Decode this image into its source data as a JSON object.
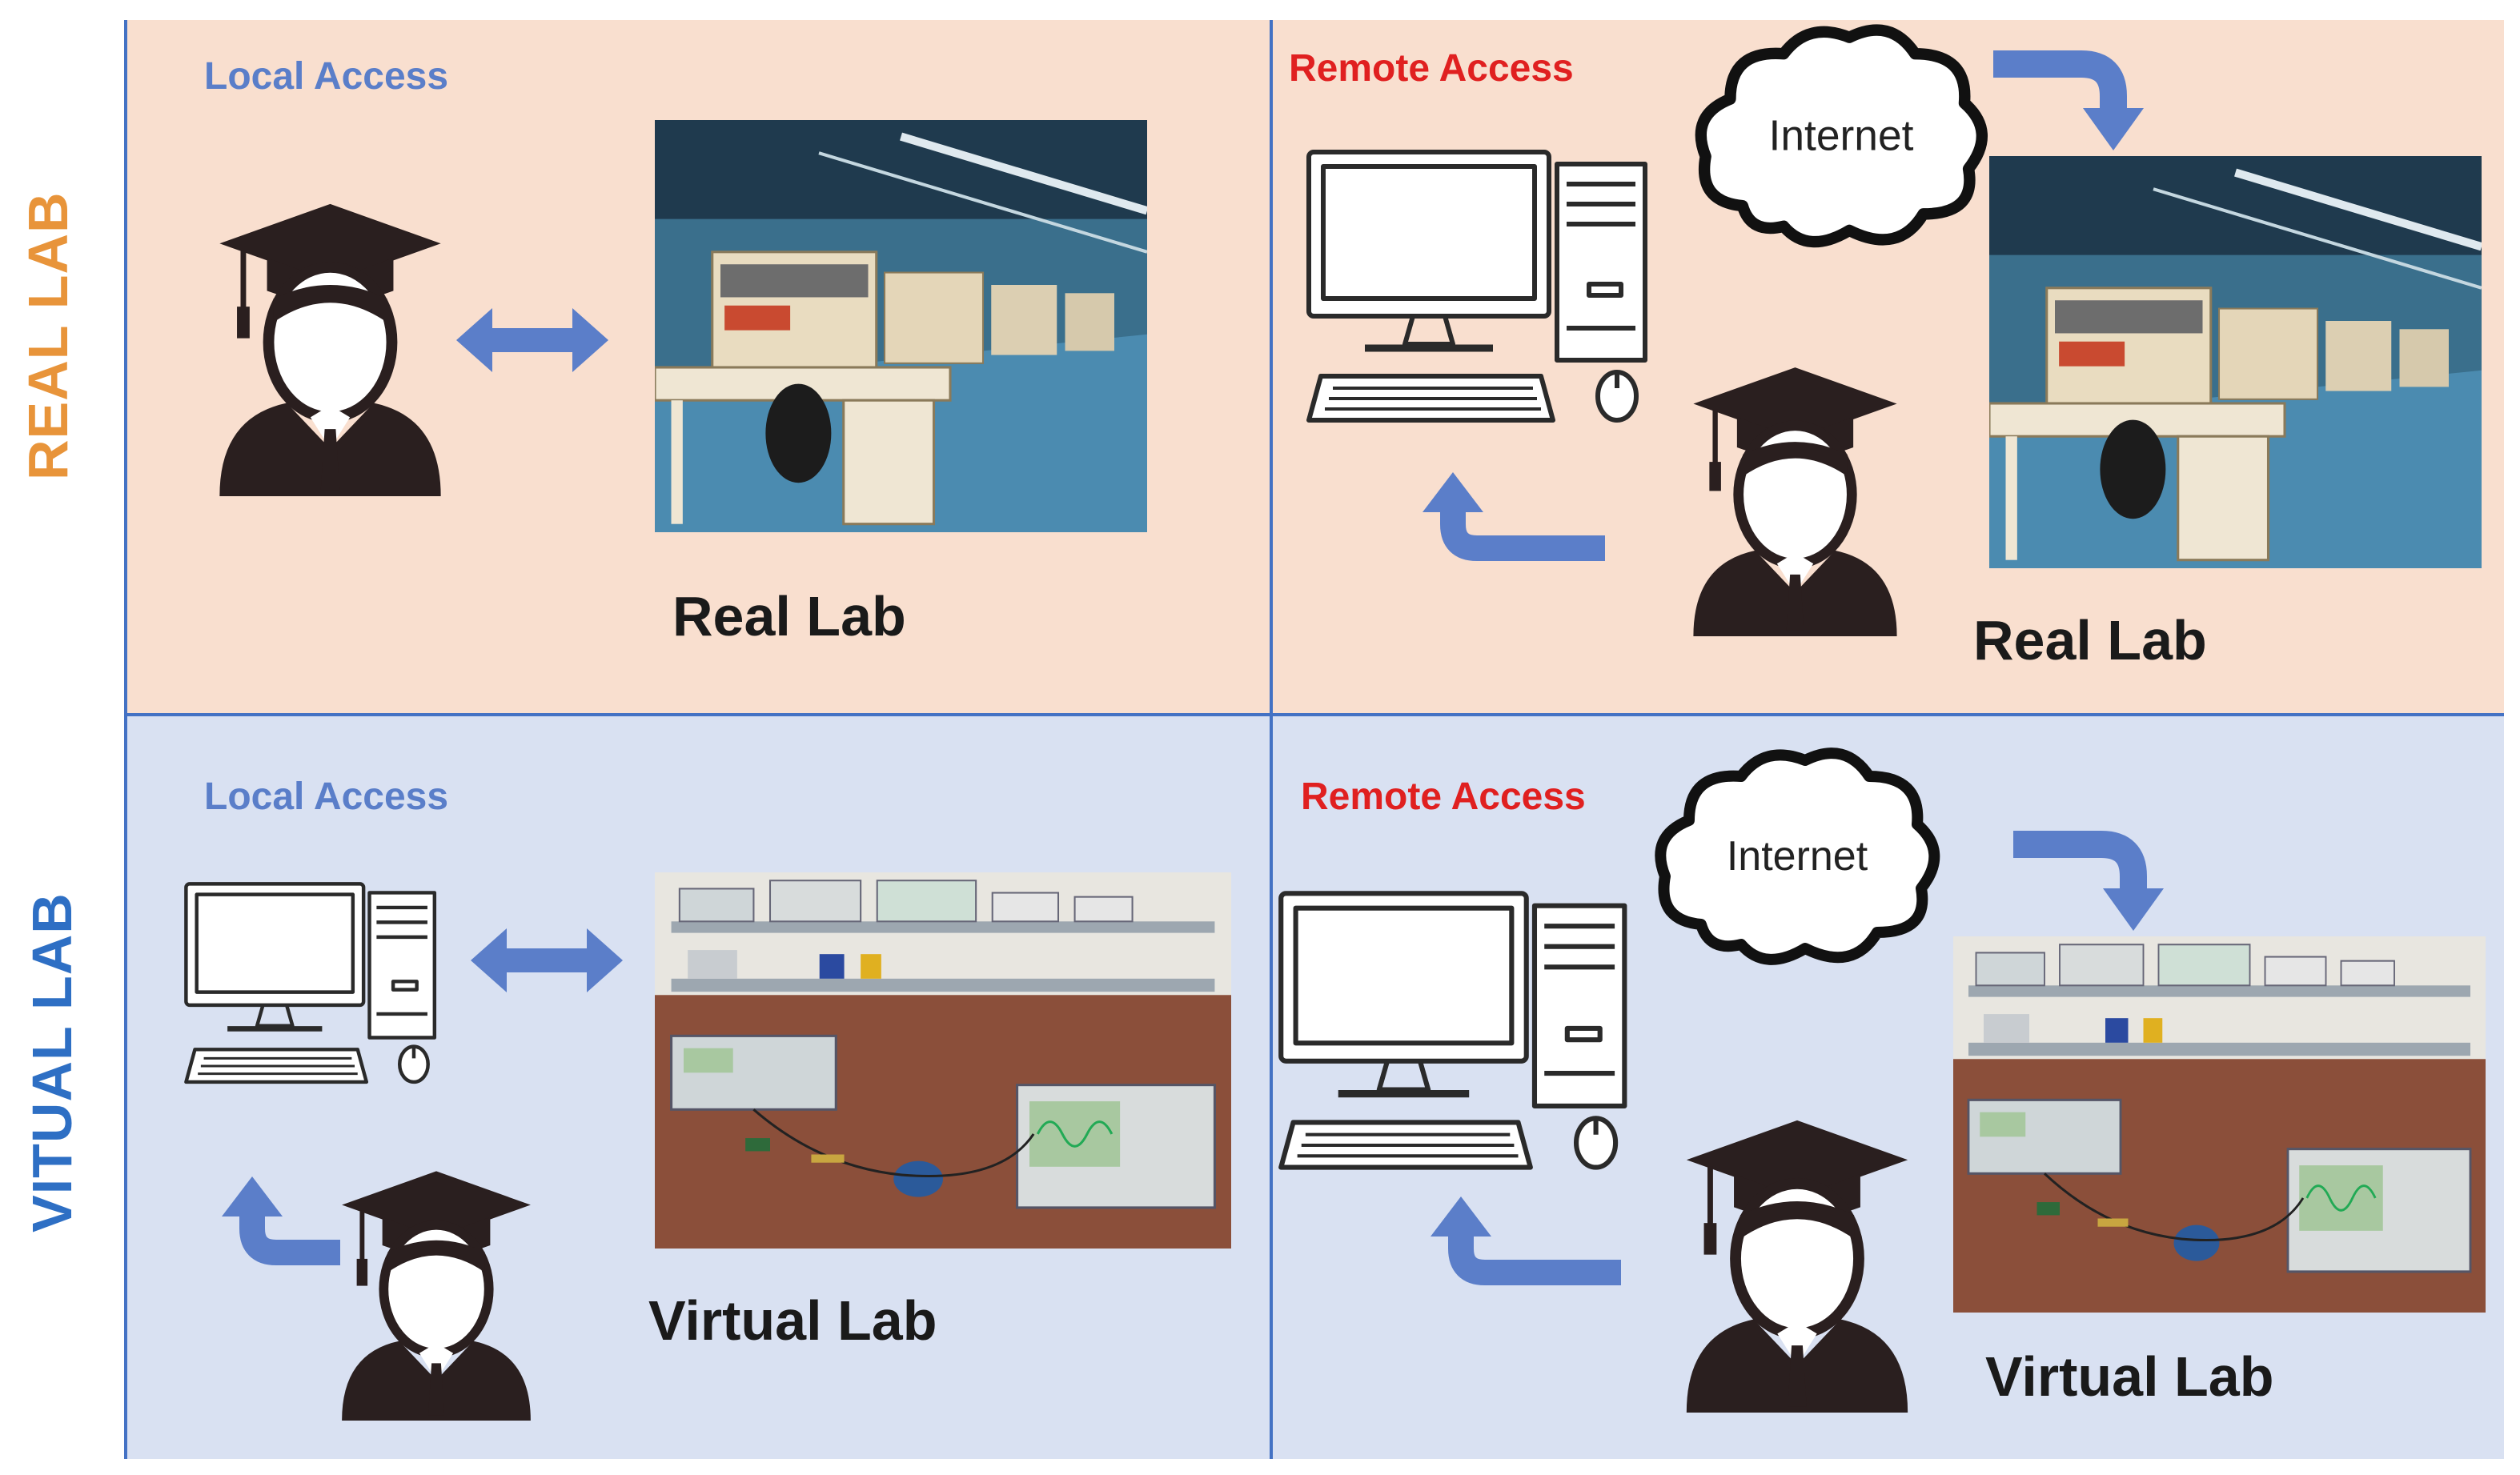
{
  "side_labels": {
    "real": "REAL LAB",
    "virtual": "VITUAL LAB"
  },
  "quadrants": {
    "real_local": {
      "access": "Local Access",
      "caption": "Real Lab"
    },
    "real_remote": {
      "access": "Remote Access",
      "caption": "Real Lab",
      "cloud": "Internet"
    },
    "virtual_local": {
      "access": "Local Access",
      "caption": "Virtual Lab"
    },
    "virtual_remote": {
      "access": "Remote Access",
      "caption": "Virtual Lab",
      "cloud": "Internet"
    }
  },
  "colors": {
    "real_background": "#f9dfcf",
    "virtual_background": "#d9e1f2",
    "divider": "#4472c4",
    "arrow": "#5b7ec9",
    "local_access_text": "#5a7ec9",
    "remote_access_text": "#e02020",
    "real_side_label": "#e8943a",
    "virtual_side_label": "#2e6fc4"
  }
}
